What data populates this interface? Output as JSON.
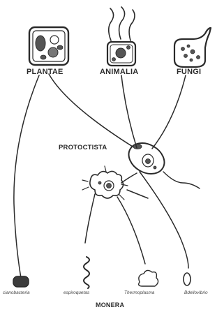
{
  "kingdoms": {
    "plantae": "PLANTAE",
    "animalia": "ANIMALIA",
    "fungi": "FUNGI",
    "protoctista": "PROTOCTISTA",
    "monera": "MONERA"
  },
  "monera_organisms": {
    "cyanobacteria": "cianobacteria",
    "spirochetes": "espiroquetas",
    "thermoplasma": "Thermoplasma",
    "bdellovibrio": "Bdellovibrio"
  },
  "colors": {
    "ink": "#2a2a2a",
    "fill_dark": "#555555",
    "background": "#ffffff"
  }
}
